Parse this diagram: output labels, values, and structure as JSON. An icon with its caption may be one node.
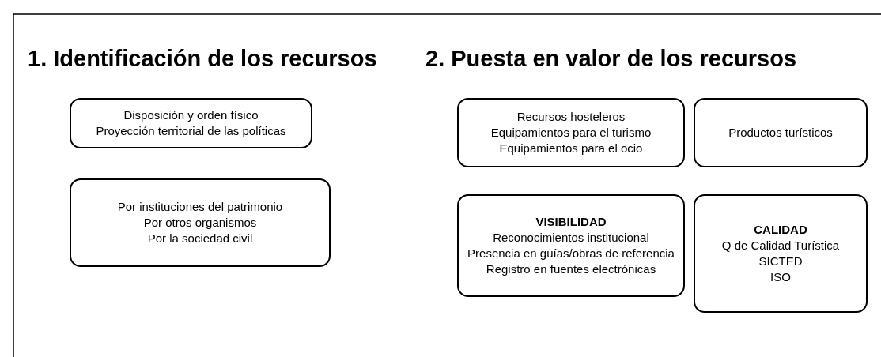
{
  "diagram": {
    "nodes": [
      {
        "text": [
          "Disposición y orden físico",
          "Proyección territorial de las políticas"
        ]
      },
      {
        "text": [
          "Por instituciones del patrimonio",
          "Por otros organismos",
          "Por la sociedad civil"
        ]
      },
      {
        "text": [
          "Recursos hosteleros",
          "Equipamientos para el turismo",
          "Equipamientos para el ocio"
        ]
      },
      {
        "text": [
          "Productos turísticos"
        ]
      },
      {
        "text": [
          "VISIBILIDAD",
          "Reconocimientos institucional",
          "Presencia en guías/obras de referencia",
          "Registro en fuentes electrónicas"
        ]
      },
      {
        "text": [
          "CALIDAD",
          "Q  de Calidad Turística",
          "SICTED",
          "ISO"
        ]
      }
    ],
    "labels": [
      "1. Identificación de los recursos",
      "2. Puesta en valor de los recursos"
    ]
  }
}
